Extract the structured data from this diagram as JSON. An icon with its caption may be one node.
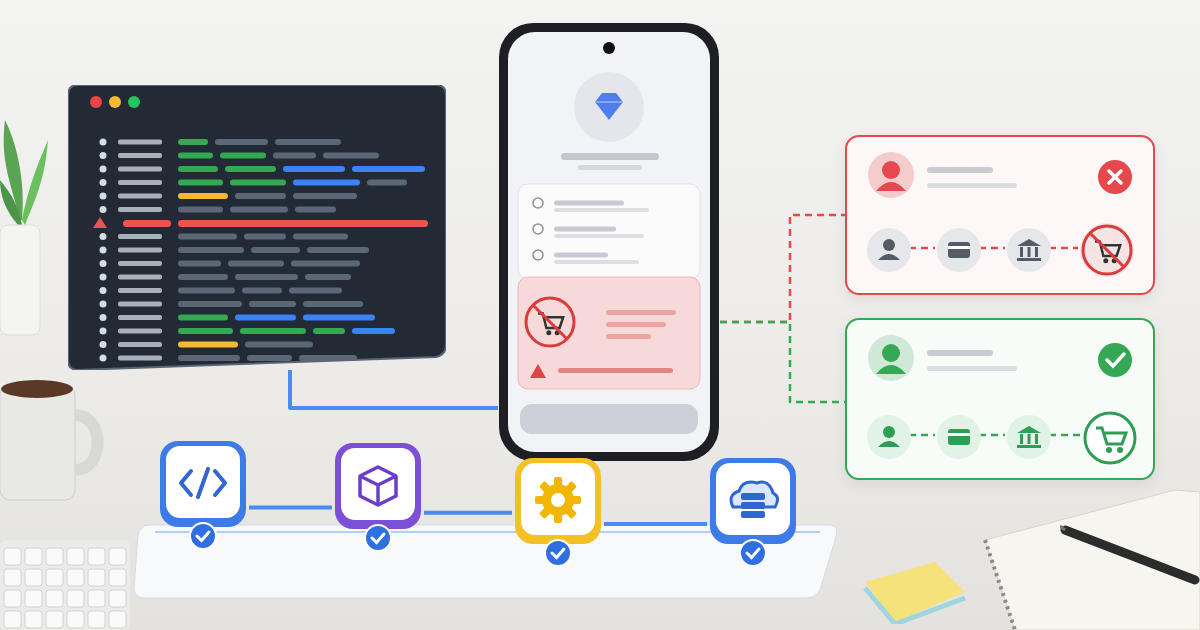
{
  "diagram": {
    "nodes": [
      {
        "text": [],
        "shape": "picture"
      },
      {
        "text": [],
        "shape": "picture"
      },
      {
        "text": [],
        "shape": "box"
      },
      {
        "text": [],
        "shape": "box"
      },
      {
        "text": [],
        "shape": "circle",
        "in": 2
      },
      {
        "text": [],
        "shape": "circle",
        "in": 2
      },
      {
        "text": [],
        "shape": "circle",
        "in": 2
      },
      {
        "text": [],
        "shape": "circle",
        "in": 2
      },
      {
        "text": [],
        "shape": "circle",
        "in": 3
      },
      {
        "text": [],
        "shape": "circle",
        "in": 3
      },
      {
        "text": [],
        "shape": "circle",
        "in": 3
      },
      {
        "text": [],
        "shape": "circle",
        "in": 3
      },
      {
        "text": [],
        "shape": "box"
      },
      {
        "text": [],
        "shape": "box"
      },
      {
        "text": [],
        "shape": "box"
      },
      {
        "text": [],
        "shape": "box"
      }
    ],
    "edges": [
      {
        "from": 0,
        "to": 1,
        "arrow": "none"
      },
      {
        "from": 1,
        "to": 2,
        "arrow": "none",
        "style": "dashed",
        "color": "#e5484d"
      },
      {
        "from": 1,
        "to": 3,
        "arrow": "none",
        "style": "dashed",
        "color": "#34a853"
      },
      {
        "from": 4,
        "to": 5,
        "arrow": "none",
        "style": "dashed",
        "color": "#e5484d"
      },
      {
        "from": 5,
        "to": 6,
        "arrow": "none",
        "style": "dashed",
        "color": "#e5484d"
      },
      {
        "from": 6,
        "to": 7,
        "arrow": "none",
        "style": "dashed",
        "color": "#e5484d"
      },
      {
        "from": 8,
        "to": 9,
        "arrow": "none",
        "style": "dashed",
        "color": "#34a853"
      },
      {
        "from": 9,
        "to": 10,
        "arrow": "none",
        "style": "dashed",
        "color": "#34a853"
      },
      {
        "from": 10,
        "to": 11,
        "arrow": "none",
        "style": "dashed",
        "color": "#34a853"
      },
      {
        "from": 12,
        "to": 13,
        "arrow": "none"
      },
      {
        "from": 13,
        "to": 14,
        "arrow": "none"
      },
      {
        "from": 14,
        "to": 15,
        "arrow": "none"
      }
    ]
  }
}
